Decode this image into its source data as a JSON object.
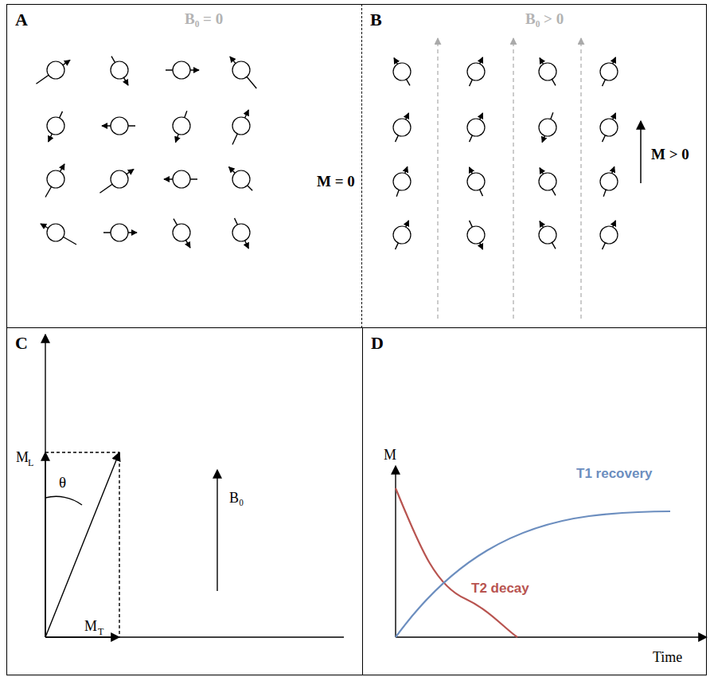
{
  "diagram": {
    "nodes": [
      {
        "text": [
          "A"
        ]
      },
      {
        "text": [
          "B"
        ]
      },
      {
        "text": [
          "C"
        ]
      },
      {
        "text": [
          "D"
        ]
      }
    ],
    "labels": [
      "B₀ = 0",
      "M = 0",
      "B₀ > 0",
      "M > 0",
      "M",
      "L",
      "θ",
      "M",
      "T",
      "B₀",
      "M",
      "T1 recovery",
      "T2 decay",
      "Time"
    ]
  }
}
